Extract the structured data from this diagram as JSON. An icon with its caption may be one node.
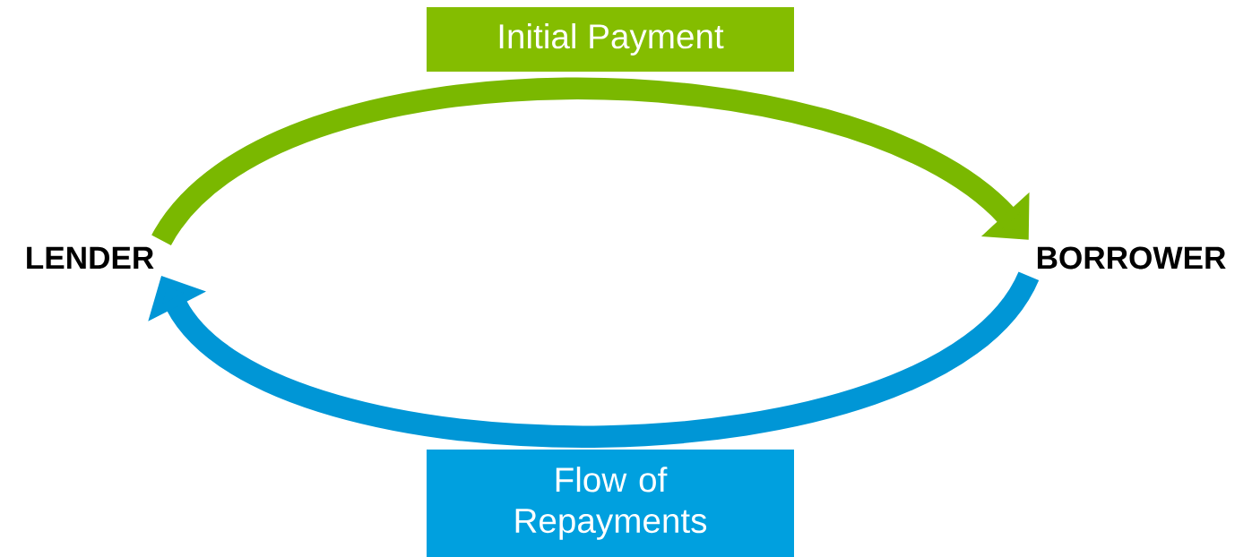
{
  "diagram": {
    "nodes": [
      {
        "text": [
          "LENDER"
        ]
      },
      {
        "text": [
          "BORROWER"
        ]
      },
      {
        "text": [
          "Initial Payment"
        ]
      },
      {
        "text": [
          "Flow of Repayments"
        ]
      }
    ],
    "edges": [
      {
        "from": 0,
        "to": 1,
        "arrow": "to",
        "color": "#7ab800"
      },
      {
        "from": 1,
        "to": 0,
        "arrow": "to",
        "color": "#0096d6"
      }
    ]
  }
}
